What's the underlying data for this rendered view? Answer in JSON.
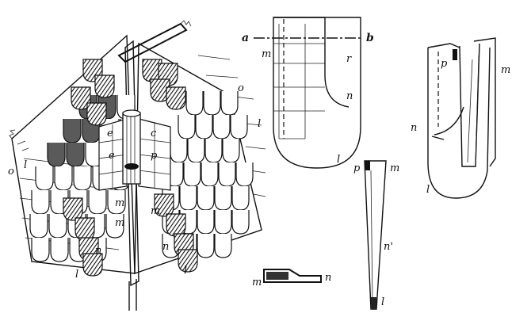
{
  "labels": {
    "roof_l_left": "l",
    "roof_l_right": "l",
    "roof_l_upper": "l",
    "roof_o_left": "o",
    "roof_o_right": "o",
    "roof_e_upper": "e",
    "roof_e_lower": "e",
    "roof_p": "p",
    "roof_c": "c",
    "roof_m_mid": "m",
    "roof_m_lower": "m",
    "roof_m_right": "m",
    "roof_n_left": "n",
    "roof_n_right": "n",
    "fig2_a": "a",
    "fig2_b": "b",
    "fig2_m": "m",
    "fig2_r": "r",
    "fig2_n": "n",
    "fig2_l": "l",
    "fig3_m": "m",
    "fig3_n": "n",
    "fig4_p": "p",
    "fig4_m": "m",
    "fig4_n1": "n'",
    "fig4_l": "l",
    "fig5_p": "p",
    "fig5_m": "m",
    "fig5_n": "n",
    "fig5_l": "l"
  },
  "colors": {
    "ink": "#111111",
    "paper": "#ffffff",
    "shade": "#5a5a5a"
  }
}
